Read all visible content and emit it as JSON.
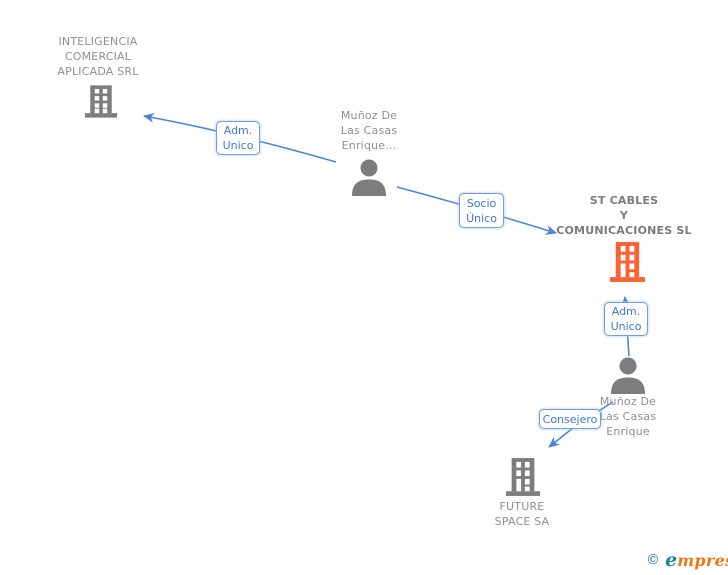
{
  "diagram": {
    "nodes": {
      "inteligencia": {
        "type": "company",
        "lines": [
          "INTELIGENCIA",
          "COMERCIAL",
          "APLICADA SRL"
        ]
      },
      "munoz_top": {
        "type": "person",
        "lines": [
          "Muñoz De",
          "Las Casas",
          "Enrique..."
        ]
      },
      "st_cables": {
        "type": "company",
        "lines": [
          "ST CABLES",
          "Y",
          "COMUNICACIONES SL"
        ],
        "highlighted": true
      },
      "munoz_bottom": {
        "type": "person",
        "lines": [
          "Muñoz De",
          "Las Casas",
          "Enrique"
        ]
      },
      "future_space": {
        "type": "company",
        "lines": [
          "FUTURE",
          "SPACE SA"
        ]
      }
    },
    "edges": {
      "adm_unico_top": {
        "from": "munoz_top",
        "to": "inteligencia",
        "lines": [
          "Adm.",
          "Unico"
        ]
      },
      "socio_unico": {
        "from": "munoz_top",
        "to": "st_cables",
        "lines": [
          "Socio",
          "Único"
        ]
      },
      "adm_unico_bottom": {
        "from": "munoz_bottom",
        "to": "st_cables",
        "lines": [
          "Adm.",
          "Unico"
        ]
      },
      "consejero": {
        "from": "munoz_bottom",
        "to": "future_space",
        "lines": [
          "Consejero"
        ]
      }
    },
    "colors": {
      "edge_blue": "#4a86d8",
      "box_border": "#6f9fe0",
      "box_text": "#3f77d0",
      "label_gray": "#8f8f8f",
      "focus_label_gray": "#7b7b7b",
      "icon_gray": "#7d7d7d",
      "icon_orange": "#fb6234",
      "logo_teal": "#1a87a8",
      "logo_orange": "#e87b16"
    }
  },
  "footer": {
    "copyright": "©",
    "logo_e": "e",
    "logo_rest": "mpresia"
  }
}
